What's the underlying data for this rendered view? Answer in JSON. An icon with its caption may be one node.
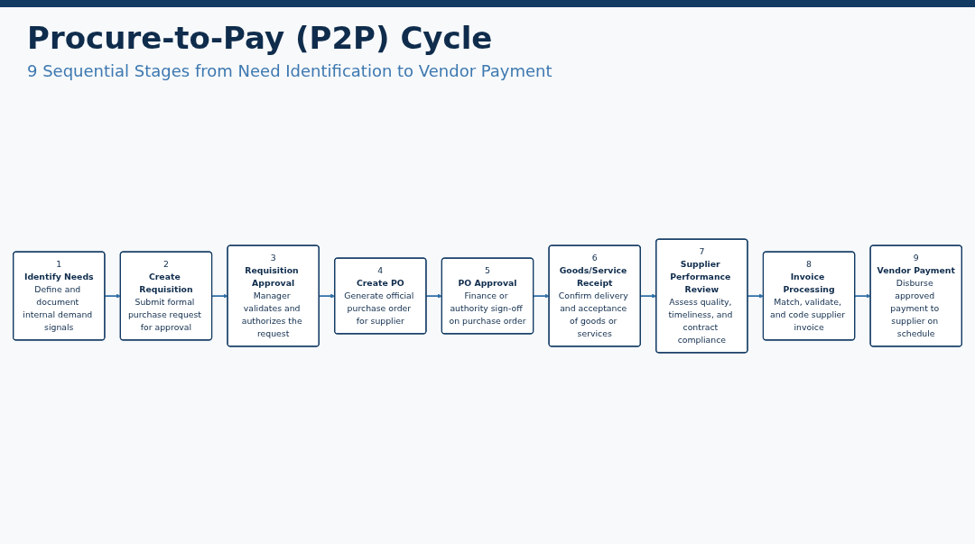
{
  "diagram": {
    "title": "Procure-to-Pay (P2P) Cycle",
    "nodes": [
      {
        "text": [
          "1",
          "Identify Needs",
          "Define and document internal demand signals"
        ]
      },
      {
        "text": [
          "2",
          "Create Requisition",
          "Submit formal purchase request for approval"
        ]
      },
      {
        "text": [
          "3",
          "Requisition Approval",
          "Manager validates and authorizes the request"
        ]
      },
      {
        "text": [
          "4",
          "Create PO",
          "Generate official purchase order for supplier"
        ]
      },
      {
        "text": [
          "5",
          "PO Approval",
          "Finance or authority sign-off on purchase order"
        ]
      },
      {
        "text": [
          "6",
          "Goods/Service Receipt",
          "Confirm delivery and acceptance of goods or services"
        ]
      },
      {
        "text": [
          "7",
          "Supplier Performance Review",
          "Assess quality, timeliness, and contract compliance"
        ]
      },
      {
        "text": [
          "8",
          "Invoice Processing",
          "Match, validate, and code supplier invoice"
        ]
      },
      {
        "text": [
          "9",
          "Vendor Payment",
          "Disburse approved payment to supplier on schedule"
        ]
      }
    ],
    "edges": [
      {
        "from": 0,
        "to": 1,
        "arrow": "to"
      },
      {
        "from": 1,
        "to": 2,
        "arrow": "to"
      },
      {
        "from": 2,
        "to": 3,
        "arrow": "to"
      },
      {
        "from": 3,
        "to": 4,
        "arrow": "to"
      },
      {
        "from": 4,
        "to": 5,
        "arrow": "to"
      },
      {
        "from": 5,
        "to": 6,
        "arrow": "to"
      },
      {
        "from": 6,
        "to": 7,
        "arrow": "to"
      },
      {
        "from": 7,
        "to": 8,
        "arrow": "to"
      }
    ],
    "labels": [
      "9 Sequential Stages from Need Identification to Vendor Payment"
    ]
  }
}
